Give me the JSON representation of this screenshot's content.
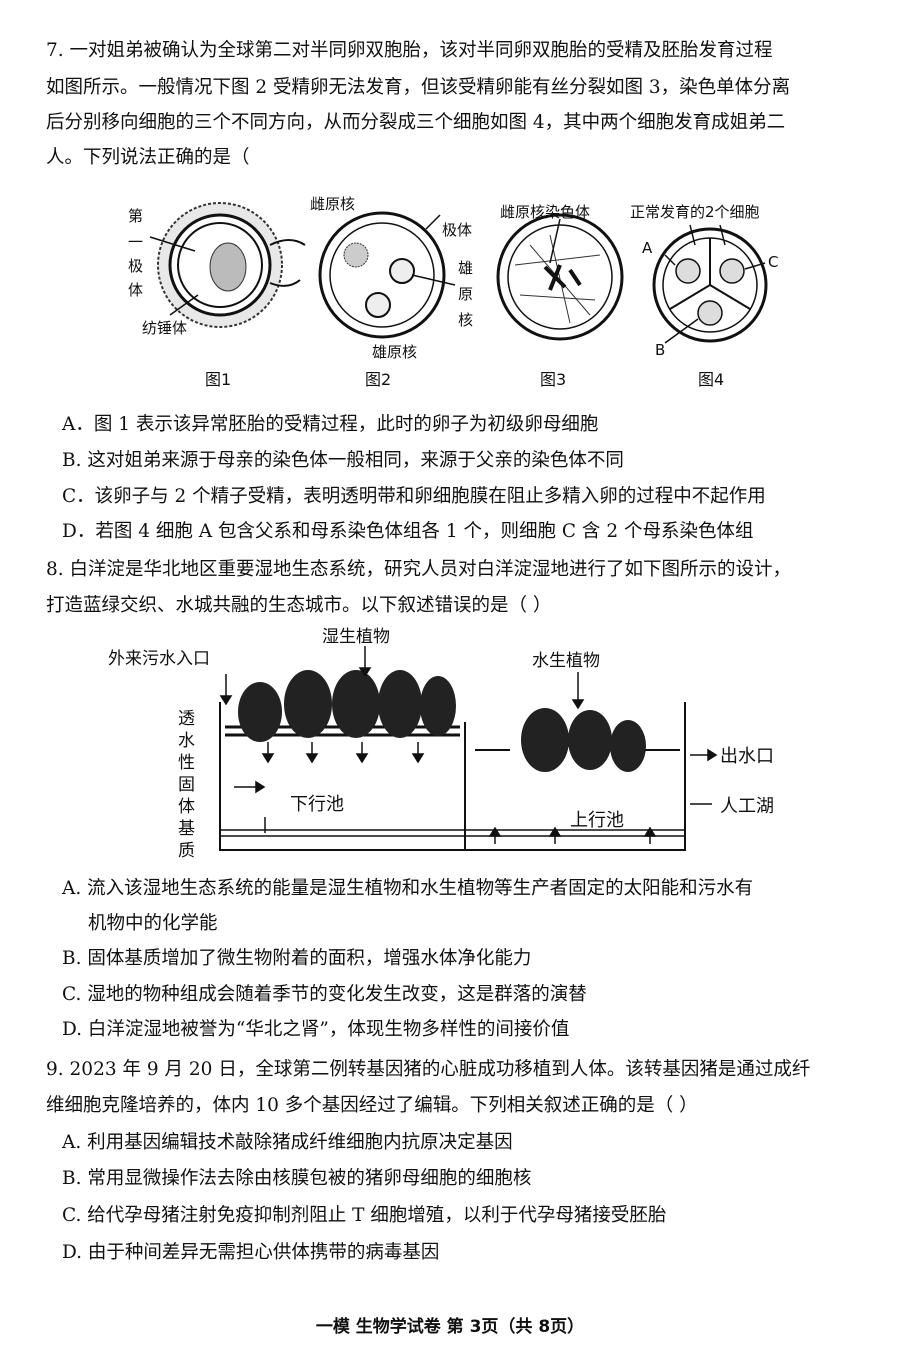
{
  "q7": {
    "lines": [
      "7. 一对姐弟被确认为全球第二对半同卵双胞胎，该对半同卵双胞胎的受精及胚胎发育过程",
      "如图所示。一般情况下图 2 受精卵无法发育，但该受精卵能有丝分裂如图 3，染色单体分离",
      "后分别移向细胞的三个不同方向，从而分裂成三个细胞如图 4，其中两个细胞发育成姐弟二",
      "人。下列说法正确的是（"
    ],
    "figure": {
      "fig1_labels": [
        "第",
        "一",
        "极",
        "体",
        "纺锤体"
      ],
      "fig2_labels": [
        "雌原核",
        "极体",
        "雄",
        "原",
        "核",
        "雄原核"
      ],
      "fig3_labels": [
        "雌原核染色体"
      ],
      "fig4_labels": [
        "正常发育的2个细胞",
        "A",
        "C",
        "B"
      ],
      "captions": [
        "图1",
        "图2",
        "图3",
        "图4"
      ]
    },
    "options": [
      "A．图 1 表示该异常胚胎的受精过程，此时的卵子为初级卵母细胞",
      "B.  这对姐弟来源于母亲的染色体一般相同，来源于父亲的染色体不同",
      "C．该卵子与 2 个精子受精，表明透明带和卵细胞膜在阻止多精入卵的过程中不起作用",
      "D．若图 4 细胞 A 包含父系和母系染色体组各 1 个，则细胞 C 含 2 个母系染色体组"
    ]
  },
  "q8": {
    "lines": [
      "8. 白洋淀是华北地区重要湿地生态系统，研究人员对白洋淀湿地进行了如下图所示的设计，",
      "打造蓝绿交织、水城共融的生态城市。以下叙述错误的是（    ）"
    ],
    "figure": {
      "labels": [
        "湿生植物",
        "外来污水入口",
        "水生植物",
        "透",
        "水",
        "性",
        "固",
        "体",
        "基",
        "质",
        "下行池",
        "出水口",
        "人工湖",
        "上行池"
      ]
    },
    "options": [
      "A. 流入该湿地生态系统的能量是湿生植物和水生植物等生产者固定的太阳能和污水有",
      "机物中的化学能",
      "B. 固体基质增加了微生物附着的面积，增强水体净化能力",
      "C. 湿地的物种组成会随着季节的变化发生改变，这是群落的演替",
      "D. 白洋淀湿地被誉为“华北之肾”，体现生物多样性的间接价值"
    ]
  },
  "q9": {
    "lines": [
      "9. 2023 年 9 月 20 日，全球第二例转基因猪的心脏成功移植到人体。该转基因猪是通过成纤",
      "维细胞克隆培养的，体内 10 多个基因经过了编辑。下列相关叙述正确的是（    ）"
    ],
    "options": [
      "A. 利用基因编辑技术敲除猪成纤维细胞内抗原决定基因",
      "B. 常用显微操作法去除由核膜包被的猪卵母细胞的细胞核",
      "C. 给代孕母猪注射免疫抑制剂阻止 T 细胞增殖，以利于代孕母猪接受胚胎",
      "D. 由于种间差异无需担心供体携带的病毒基因"
    ]
  },
  "footer": "一模  生物学试卷   第 3页（共 8页）"
}
